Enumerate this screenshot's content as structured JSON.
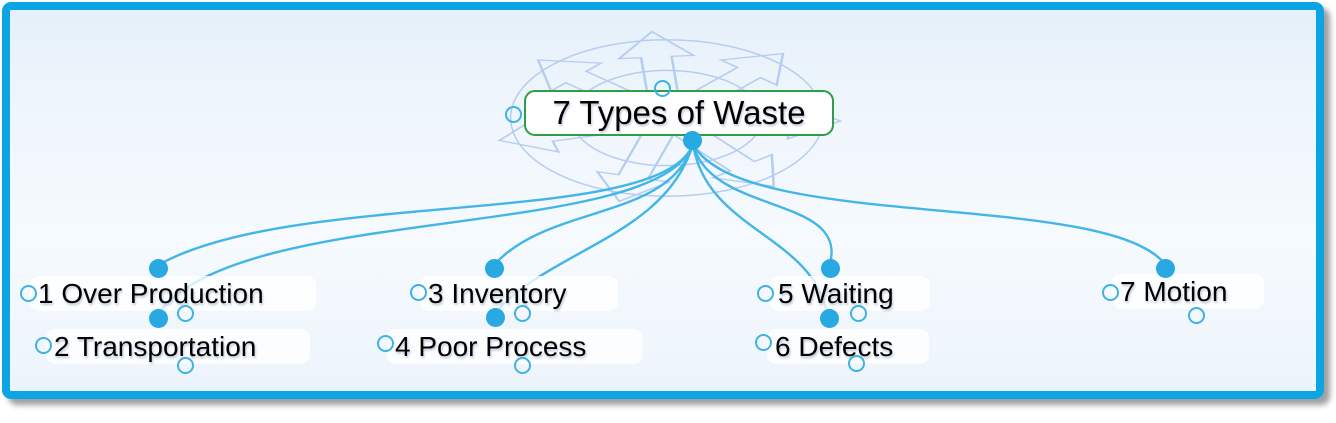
{
  "mindmap": {
    "root": {
      "label": "7 Types of Waste"
    },
    "topics": [
      {
        "label": "1 Over Production"
      },
      {
        "label": "2 Transportation"
      },
      {
        "label": "3 Inventory"
      },
      {
        "label": "4 Poor Process"
      },
      {
        "label": "5 Waiting"
      },
      {
        "label": "6 Defects"
      },
      {
        "label": "7 Motion"
      }
    ],
    "colors": {
      "frame": "#0ba5e3",
      "connector": "#43b5e7",
      "dot": "#29a9e1",
      "handle": "#3fb2e5",
      "root_border": "#2f9e49",
      "watermark": "#b7cdf0",
      "bg_top": "#e6f0fa",
      "bg_mid": "#f6fafe",
      "bg_bottom": "#ecf4fb"
    },
    "icons": {
      "watermark": "radiating-arrows",
      "top_handle": "connection-circle",
      "left_handle": "selection-circle",
      "bottom_handle": "collapse-circle"
    }
  }
}
